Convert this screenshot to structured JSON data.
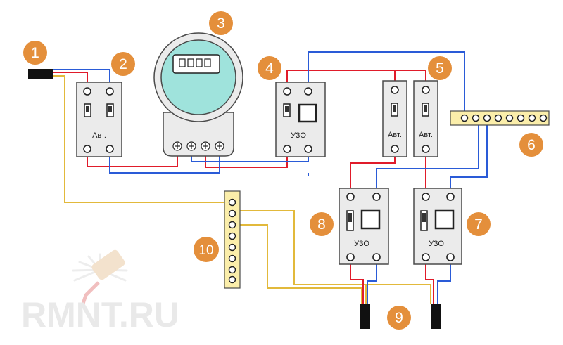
{
  "colors": {
    "phase": "#e01b2a",
    "neutral": "#2a5bd7",
    "ground": "#e2b93b",
    "badge": "#e48f3b",
    "meter_face": "#9fe3dc",
    "device_body": "#ebebeb",
    "bar": "#fbeeaa"
  },
  "labels": {
    "breaker_main": "Авт.",
    "rcd_main": "УЗО",
    "breaker_a": "Авт.",
    "breaker_b": "Авт.",
    "rcd_8": "УЗО",
    "rcd_7": "УЗО"
  },
  "badges": [
    "1",
    "2",
    "3",
    "4",
    "5",
    "6",
    "7",
    "8",
    "9",
    "10"
  ],
  "watermark": "RMNT.RU"
}
